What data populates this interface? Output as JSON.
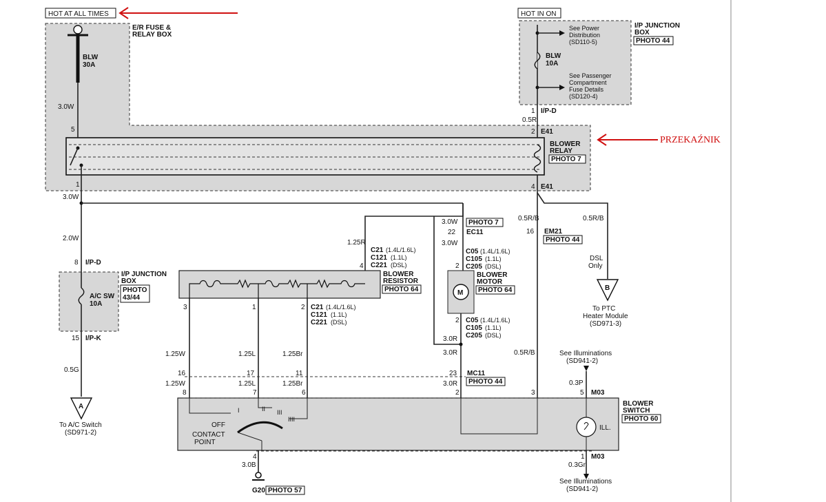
{
  "hot_at_all_times": "HOT AT ALL TIMES",
  "hot_in_on": "HOT IN ON",
  "przekaznik": "PRZEKAŹNIK",
  "er_box": {
    "line1": "E/R FUSE &",
    "line2": "RELAY BOX"
  },
  "fuse_blw30": {
    "name": "BLW",
    "rating": "30A"
  },
  "ip_box_top": {
    "line1": "I/P JUNCTION",
    "line2": "BOX",
    "photo": "PHOTO 44"
  },
  "power_dist": {
    "l1": "See Power",
    "l2": "Distribution",
    "l3": "(SD110-5)"
  },
  "fuse_blw10": {
    "name": "BLW",
    "rating": "10A"
  },
  "pass_comp": {
    "l1": "See Passenger",
    "l2": "Compartment",
    "l3": "Fuse Details",
    "l4": "(SD120-4)"
  },
  "relay": {
    "line1": "BLOWER",
    "line2": "RELAY",
    "photo": "PHOTO 7",
    "conn": "E41"
  },
  "ip_box_left": {
    "line1": "I/P JUNCTION",
    "line2": "BOX",
    "photo1": "PHOTO",
    "photo2": "43/44",
    "fuse_name": "A/C SW",
    "fuse_rating": "10A"
  },
  "resistor": {
    "line1": "BLOWER",
    "line2": "RESISTOR",
    "photo": "PHOTO 64"
  },
  "motor": {
    "line1": "BLOWER",
    "line2": "MOTOR",
    "photo": "PHOTO 64",
    "symbol": "M"
  },
  "switch": {
    "line1": "BLOWER",
    "line2": "SWITCH",
    "photo": "PHOTO 60",
    "off": "OFF",
    "contact1": "CONTACT",
    "contact2": "POINT",
    "ill": "ILL.",
    "pos": [
      "I",
      "II",
      "III",
      "IIII"
    ]
  },
  "ground": {
    "name": "G20",
    "photo": "PHOTO 57"
  },
  "conn_a": {
    "letter": "A",
    "l1": "To A/C Switch",
    "l2": "(SD971-2)"
  },
  "conn_b": {
    "letter": "B",
    "l1": "To PTC",
    "l2": "Heater Module",
    "l3": "(SD971-3)",
    "note1": "DSL",
    "note2": "Only"
  },
  "illum_top": {
    "l1": "See Illuminations",
    "l2": "(SD941-2)"
  },
  "illum_bot": {
    "l1": "See Illuminations",
    "l2": "(SD941-2)"
  },
  "connectors": {
    "ipd": "I/P-D",
    "ipk": "I/P-K",
    "e41": "E41",
    "ec11": "EC11",
    "em21": "EM21",
    "mc11": "MC11",
    "m03": "M03",
    "photo7": "PHOTO 7",
    "photo44": "PHOTO 44",
    "c21_a": "C21",
    "c21_a_s": "(1.4L/1.6L)",
    "c121_a": "C121",
    "c121_a_s": "(1.1L)",
    "c221_a": "C221",
    "c221_a_s": "(DSL)",
    "c05": "C05",
    "c05_s": "(1.4L/1.6L)",
    "c105": "C105",
    "c105_s": "(1.1L)",
    "c205": "C205",
    "c205_s": "(DSL)"
  },
  "pins": {
    "p1": "1",
    "p2": "2",
    "p3": "3",
    "p4": "4",
    "p5": "5",
    "p6": "6",
    "p7": "7",
    "p8": "8",
    "p11": "11",
    "p15": "15",
    "p16": "16",
    "p17": "17",
    "p22": "22",
    "p23": "23"
  },
  "wires": {
    "w30w": "3.0W",
    "w20w": "2.0W",
    "w05g": "0.5G",
    "w05r": "0.5R",
    "w05rb": "0.5R/B",
    "w125r": "1.25R",
    "w30r": "3.0R",
    "w125w": "1.25W",
    "w125l": "1.25L",
    "w125br": "1.25Br",
    "w03p": "0.3P",
    "w30b": "3.0B",
    "w03gr": "0.3Gr"
  }
}
